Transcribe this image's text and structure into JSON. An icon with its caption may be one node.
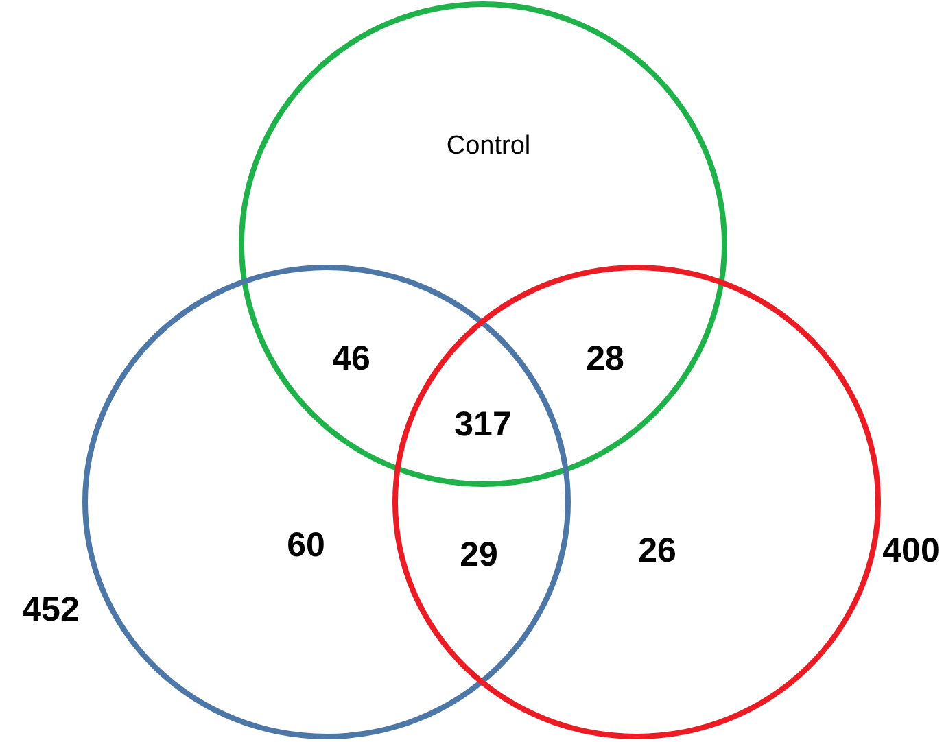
{
  "diagram": {
    "nodes": [
      {
        "text": [
          "Control"
        ]
      },
      {
        "text": [],
        "shape": "circle",
        "beside": [
          "452"
        ]
      },
      {
        "text": [],
        "shape": "circle",
        "beside": [
          "400"
        ]
      }
    ],
    "labels": [
      "46",
      "28",
      "317",
      "60",
      "29",
      "26"
    ]
  }
}
